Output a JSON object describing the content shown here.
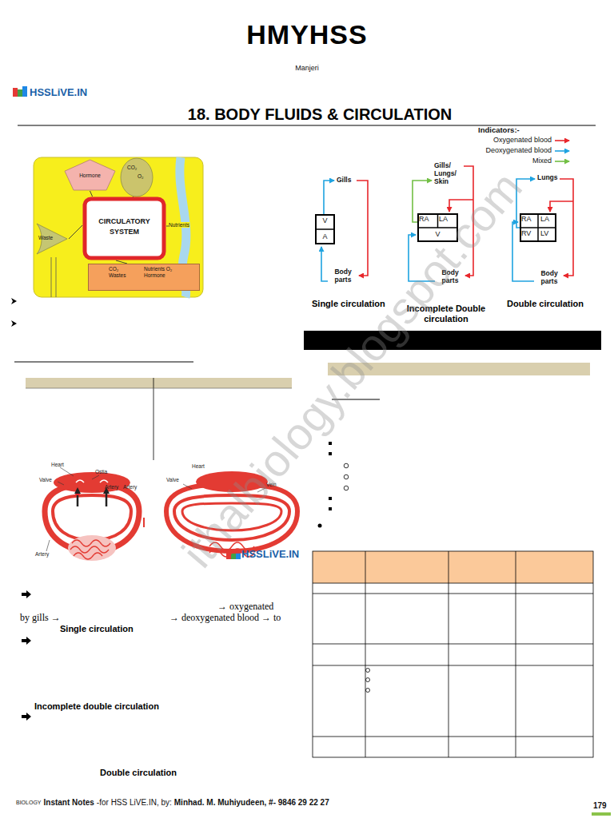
{
  "diagram": {
    "title": "HMYHSS",
    "nodes": [
      {
        "text": [
          "Hormone"
        ]
      },
      {
        "text": [
          "CO₂",
          "O₂"
        ]
      },
      {
        "text": [
          "CIRCULATORY SYSTEM"
        ]
      },
      {
        "text": [
          "Waste"
        ]
      },
      {
        "text": [
          "CO₂ Wastes",
          "Nutrients O₂ Hormone"
        ]
      },
      {
        "text": [
          "V",
          "A"
        ]
      },
      {
        "text": [
          "RA",
          "LA",
          "V"
        ]
      },
      {
        "text": [
          "RA",
          "LA",
          "RV",
          "LV"
        ]
      }
    ],
    "edges": [
      {
        "from": 0,
        "to": 2,
        "arrow": "none"
      },
      {
        "from": 1,
        "to": 2,
        "arrow": "none"
      },
      {
        "from": 3,
        "to": 2,
        "arrow": "none"
      },
      {
        "from": 4,
        "to": 2,
        "arrow": "none"
      }
    ],
    "labels": [
      "Manjeri",
      "HSSLiVE.IN",
      "18. BODY FLUIDS & CIRCULATION",
      "Indicators:-",
      "Nutrients",
      "Gills",
      "Body parts",
      "Single circulation",
      "Gills/ Lungs/ Skin",
      "Body parts",
      "Incomplete Double circulation",
      "Lungs",
      "Body parts",
      "Double circulation",
      "Heart",
      "Ostia",
      "Valve",
      "Artery",
      "Artery",
      "Artery",
      "Valve",
      "Heart",
      "Vein",
      "HSSLiVE.IN",
      "→ oxygenated",
      "by gills →",
      "→ deoxygenated blood → to",
      "Single circulation",
      "Incomplete double circulation",
      "Double circulation",
      "ithalbiology.blogspot.com",
      "BIOLOGY",
      "Instant Notes",
      "-for HSS LiVE.IN, by:",
      "Minhad. M. Muhiyudeen, #- 9846 29 22 27",
      "179"
    ],
    "legend": [
      {
        "text": "Oxygenated blood"
      },
      {
        "text": "Deoxygenated blood"
      },
      {
        "text": "Mixed"
      }
    ]
  }
}
